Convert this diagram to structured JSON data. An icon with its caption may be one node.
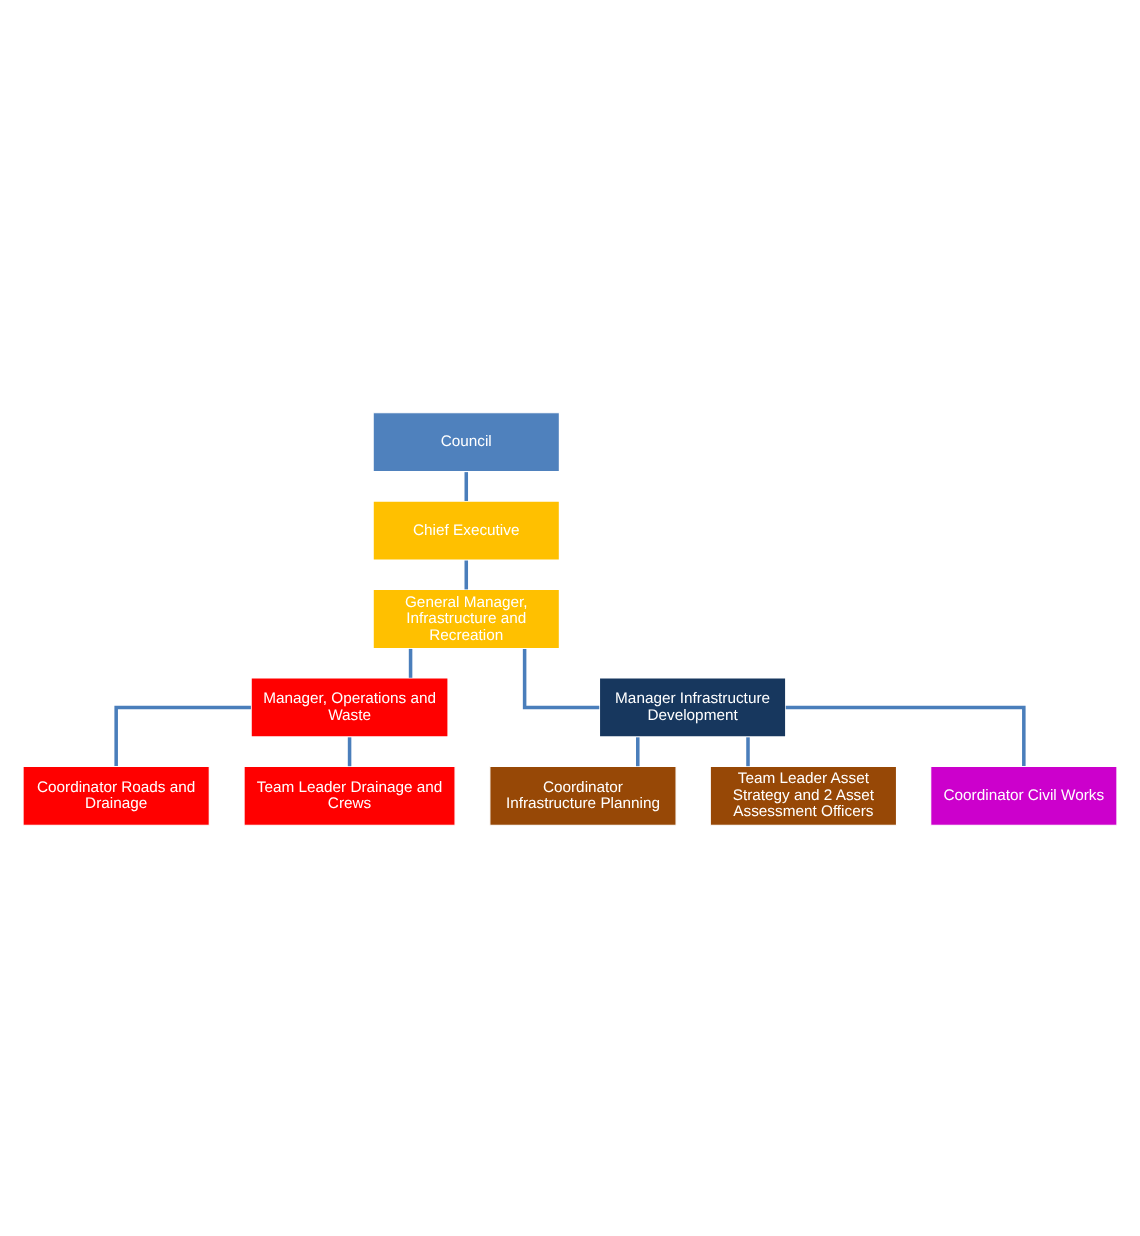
{
  "diagram": {
    "nodes": [
      {
        "text": [
          "Council"
        ]
      },
      {
        "text": [
          "Chief Executive"
        ]
      },
      {
        "text": [
          "General Manager, Infrastructure and Recreation"
        ]
      },
      {
        "text": [
          "Manager, Operations and Waste"
        ]
      },
      {
        "text": [
          "Manager Infrastructure Development"
        ]
      },
      {
        "text": [
          "Coordinator Roads and Drainage"
        ]
      },
      {
        "text": [
          "Team Leader Drainage and Crews"
        ]
      },
      {
        "text": [
          "Coordinator Infrastructure Planning"
        ]
      },
      {
        "text": [
          "Team Leader Asset Strategy and 2 Asset Assessment Officers"
        ]
      },
      {
        "text": [
          "Coordinator Civil Works"
        ]
      }
    ],
    "edges": [
      {
        "from": 0,
        "to": 1,
        "arrow": "none"
      },
      {
        "from": 1,
        "to": 2,
        "arrow": "none"
      },
      {
        "from": 2,
        "to": 3,
        "arrow": "none"
      },
      {
        "from": 2,
        "to": 4,
        "arrow": "none"
      },
      {
        "from": 3,
        "to": 5,
        "arrow": "none"
      },
      {
        "from": 3,
        "to": 6,
        "arrow": "none"
      },
      {
        "from": 4,
        "to": 7,
        "arrow": "none"
      },
      {
        "from": 4,
        "to": 8,
        "arrow": "none"
      },
      {
        "from": 4,
        "to": 9,
        "arrow": "none"
      }
    ]
  }
}
